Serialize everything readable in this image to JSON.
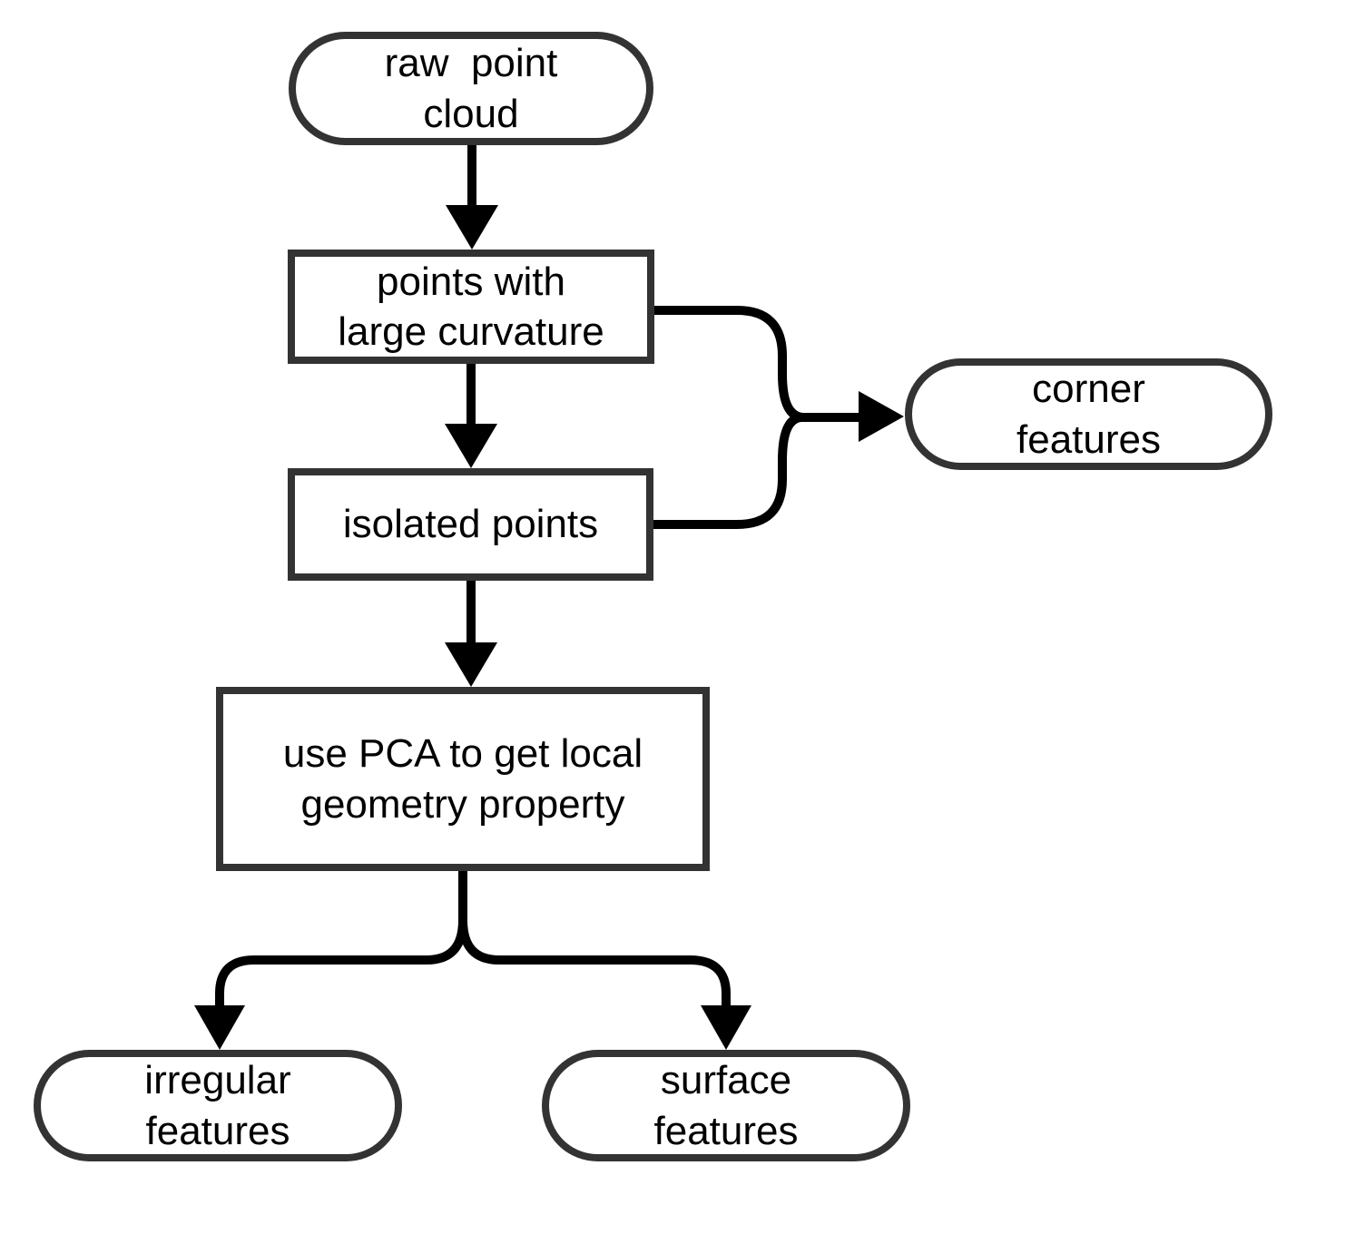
{
  "colors": {
    "background": "#ffffff",
    "node_border": "#333333",
    "connector": "#000000",
    "text": "#000000"
  },
  "nodes": {
    "raw_point_cloud": {
      "label": "raw  point\ncloud",
      "shape": "stadium"
    },
    "points_with_large_curvature": {
      "label": "points with\nlarge curvature",
      "shape": "rect"
    },
    "isolated_points": {
      "label": "isolated points",
      "shape": "rect"
    },
    "use_pca": {
      "label": "use PCA to get local\ngeometry property",
      "shape": "rect"
    },
    "corner_features": {
      "label": "corner\nfeatures",
      "shape": "stadium"
    },
    "irregular_features": {
      "label": "irregular\nfeatures",
      "shape": "stadium"
    },
    "surface_features": {
      "label": "surface\nfeatures",
      "shape": "stadium"
    }
  },
  "edges": [
    {
      "from": "raw point cloud",
      "to": "points with large curvature"
    },
    {
      "from": "points with large curvature",
      "to": "isolated points"
    },
    {
      "from": "points with large curvature",
      "to": "corner features",
      "note": "merged with isolated points branch"
    },
    {
      "from": "isolated points",
      "to": "corner features",
      "note": "merged with large curvature branch"
    },
    {
      "from": "isolated points",
      "to": "use PCA to get local geometry property"
    },
    {
      "from": "use PCA to get local geometry property",
      "to": "irregular features"
    },
    {
      "from": "use PCA to get local geometry property",
      "to": "surface features"
    }
  ]
}
